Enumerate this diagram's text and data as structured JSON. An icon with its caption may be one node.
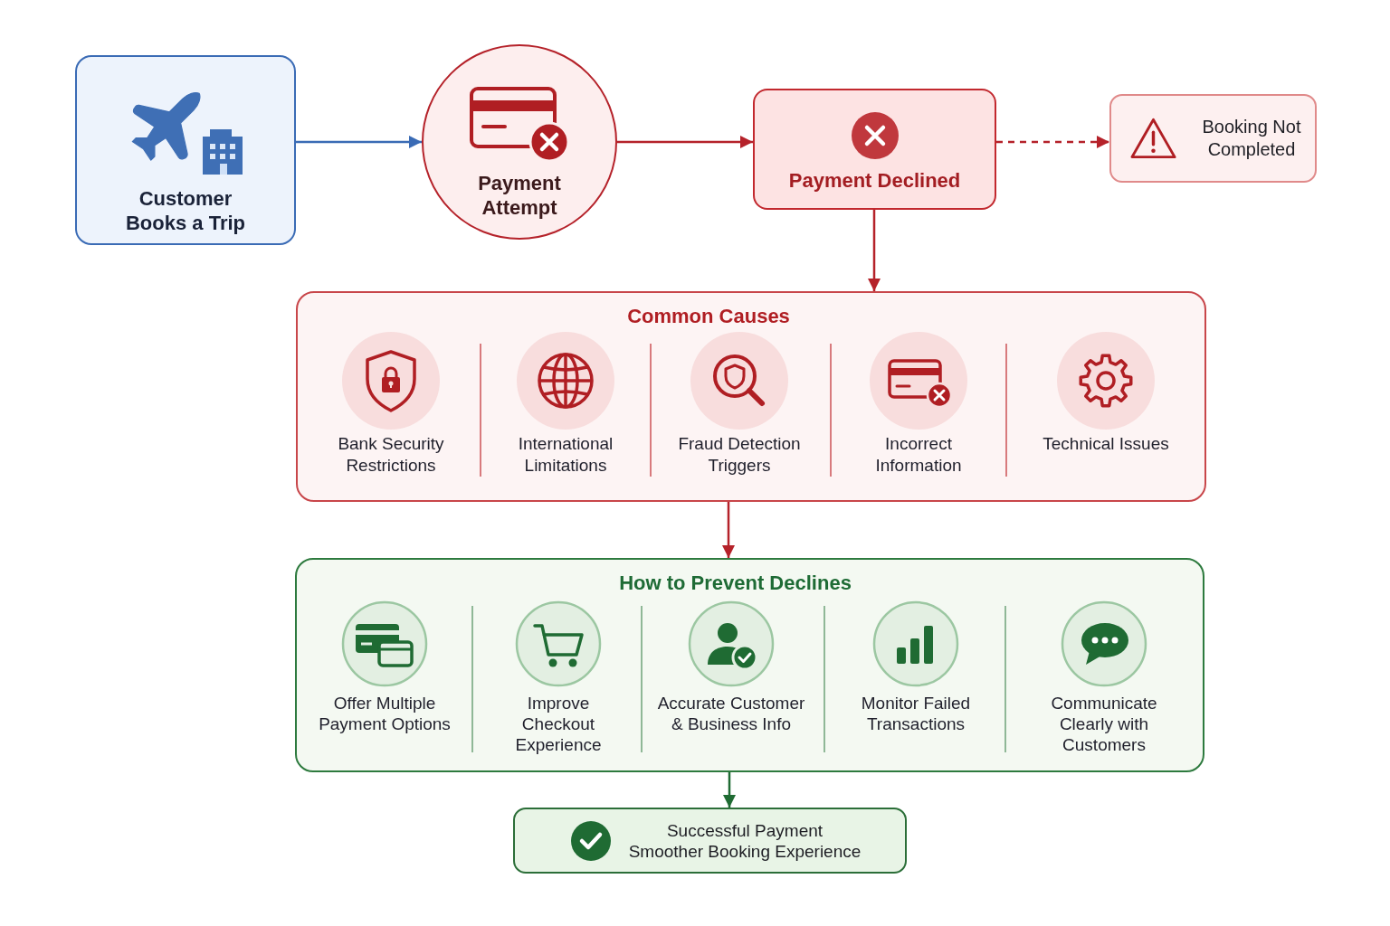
{
  "diagram": {
    "nodes": [
      {
        "text": [
          "Customer Books a Trip"
        ]
      },
      {
        "text": [
          "Payment Attempt"
        ]
      },
      {
        "text": [
          "Payment Declined"
        ]
      },
      {
        "text": [
          "Booking Not Completed"
        ]
      },
      {
        "text": [
          "Common Causes"
        ]
      },
      {
        "text": [
          "Bank Security Restrictions"
        ],
        "in": 4
      },
      {
        "text": [
          "International Limitations"
        ],
        "in": 4
      },
      {
        "text": [
          "Fraud Detection Triggers"
        ],
        "in": 4
      },
      {
        "text": [
          "Incorrect Information"
        ],
        "in": 4
      },
      {
        "text": [
          "Technical Issues"
        ],
        "in": 4
      },
      {
        "text": [
          "How to Prevent Declines"
        ]
      },
      {
        "text": [
          "Offer Multiple Payment Options"
        ],
        "in": 10
      },
      {
        "text": [
          "Improve Checkout Experience"
        ],
        "in": 10
      },
      {
        "text": [
          "Accurate Customer & Business Info"
        ],
        "in": 10
      },
      {
        "text": [
          "Monitor Failed Transactions"
        ],
        "in": 10
      },
      {
        "text": [
          "Communicate Clearly with Customers"
        ],
        "in": 10
      },
      {
        "text": [
          "Successful Payment",
          "Smoother Booking Experience"
        ]
      }
    ],
    "edges": [
      {
        "from": 0,
        "to": 1,
        "arrow": "to",
        "color": "#3a6bb5"
      },
      {
        "from": 1,
        "to": 2,
        "arrow": "to"
      },
      {
        "from": 2,
        "to": 3,
        "arrow": "to",
        "style": "dashed"
      },
      {
        "from": 2,
        "to": 4,
        "arrow": "to"
      },
      {
        "from": 4,
        "to": 10,
        "arrow": "to"
      },
      {
        "from": 10,
        "to": 16,
        "arrow": "to",
        "color": "#1f6b33"
      }
    ]
  }
}
